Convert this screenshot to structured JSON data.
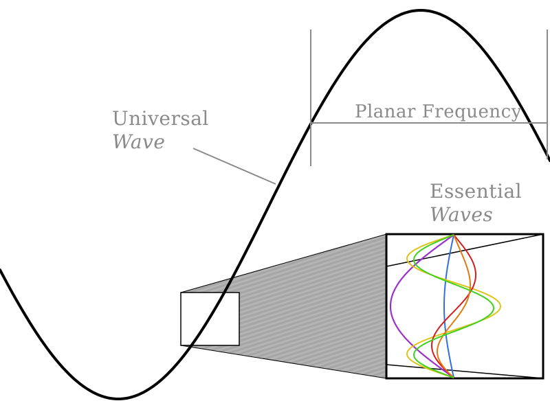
{
  "labels": {
    "universal_wave": {
      "line1": "Universal",
      "line2": "Wave"
    },
    "planar_frequency": "Planar Frequency",
    "essential_waves": {
      "line1": "Essential",
      "line2": "Waves"
    }
  },
  "colors": {
    "wave": "#000000",
    "annotation": "#8a8a8a",
    "projection_fill": "#a9a9a9",
    "essential_wave_colors": [
      "#9b30d0",
      "#2f6fdc",
      "#e0c21a",
      "#d21e1e",
      "#e07a10",
      "#3fd11c"
    ]
  }
}
